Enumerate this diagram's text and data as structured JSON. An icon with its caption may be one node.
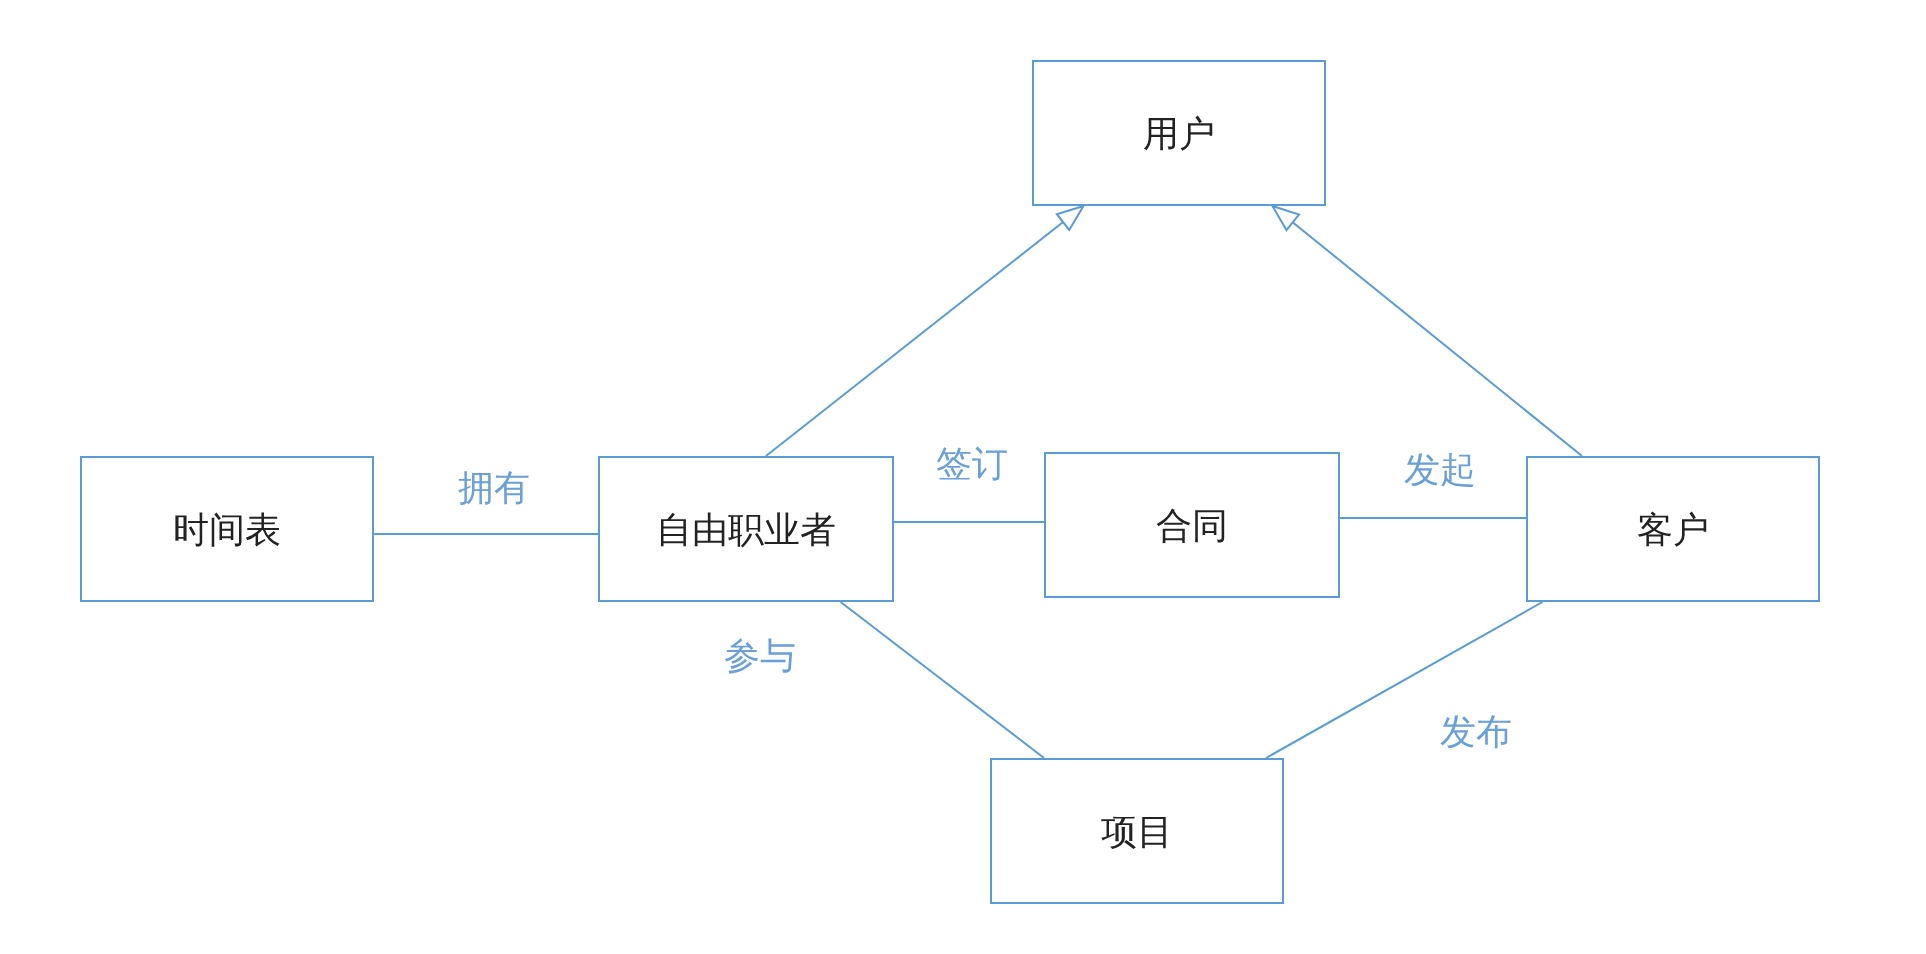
{
  "diagram": {
    "nodes": [
      {
        "text": [
          "用户"
        ]
      },
      {
        "text": [
          "时间表"
        ]
      },
      {
        "text": [
          "自由职业者"
        ]
      },
      {
        "text": [
          "合同"
        ]
      },
      {
        "text": [
          "客户"
        ]
      },
      {
        "text": [
          "项目"
        ]
      }
    ],
    "edges": [
      {
        "from": 2,
        "to": 0,
        "arrow": "to"
      },
      {
        "from": 4,
        "to": 0,
        "arrow": "to"
      },
      {
        "from": 1,
        "to": 2,
        "arrow": "none",
        "label": "拥有"
      },
      {
        "from": 2,
        "to": 3,
        "arrow": "none",
        "label": "签订"
      },
      {
        "from": 3,
        "to": 4,
        "arrow": "none",
        "label": "发起"
      },
      {
        "from": 2,
        "to": 5,
        "arrow": "none",
        "label": "参与"
      },
      {
        "from": 4,
        "to": 5,
        "arrow": "none",
        "label": "发布"
      }
    ]
  }
}
